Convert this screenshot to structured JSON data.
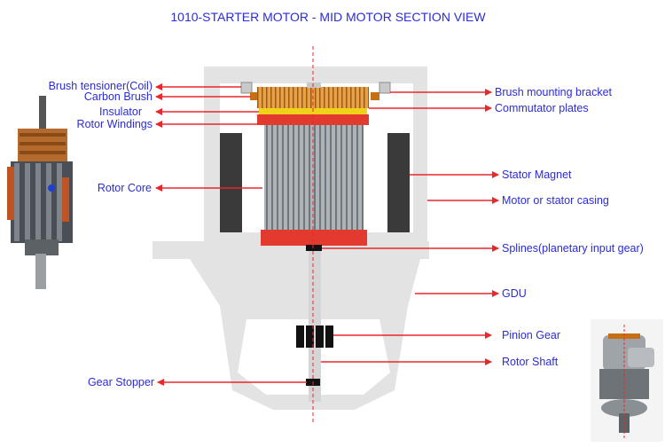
{
  "title": "1010-STARTER MOTOR - MID MOTOR SECTION VIEW",
  "labels": {
    "brush_tensioner": "Brush tensioner(Coil)",
    "carbon_brush": "Carbon Brush",
    "insulator": "Insulator",
    "rotor_windings": "Rotor Windings",
    "rotor_core": "Rotor Core",
    "gear_stopper": "Gear Stopper",
    "brush_mounting_bracket": "Brush mounting bracket",
    "commutator_plates": "Commutator plates",
    "stator_magnet": "Stator Magnet",
    "motor_casing": "Motor or stator casing",
    "splines": "Splines(planetary input gear)",
    "gdu": "GDU",
    "pinion_gear": "Pinion Gear",
    "rotor_shaft": "Rotor Shaft"
  },
  "colors": {
    "label": "#2b2bd6",
    "arrow": "#e8282b",
    "casing": "#e3e3e3",
    "magnet": "#3a3a3a",
    "commutator": "#e39a3a",
    "insulator": "#f1d21a",
    "winding": "#e23a2f",
    "core": "#9aa0a6"
  },
  "icons": {
    "armature_photo": "armature-photo-icon",
    "starter_photo": "starter-motor-photo-icon"
  }
}
